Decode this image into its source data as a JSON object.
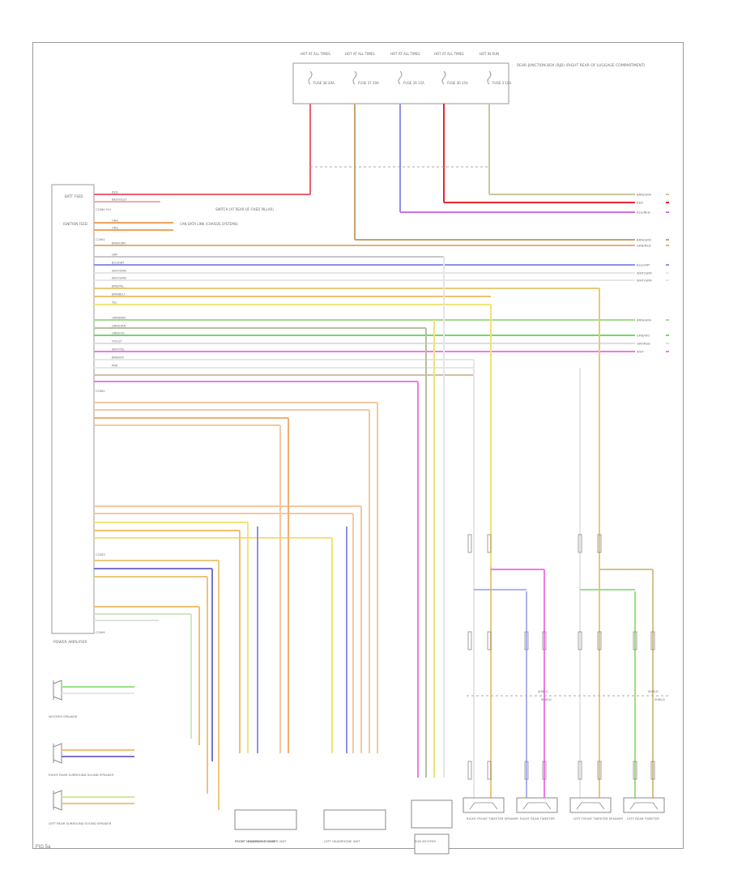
{
  "figure_id": "FIG 5a",
  "fuse_box": {
    "fuses": [
      {
        "top": "HOT AT ALL TIMES",
        "label": "FUSE 38 30A"
      },
      {
        "top": "HOT AT ALL TIMES",
        "label": "FUSE 37 20A"
      },
      {
        "top": "HOT AT ALL TIMES",
        "label": "FUSE 39 15A"
      },
      {
        "top": "HOT AT ALL TIMES",
        "label": "FUSE 40 15A"
      },
      {
        "top": "HOT IN RUN",
        "label": "FUSE 3 10A"
      }
    ],
    "note": "REAR JUNCTION BOX (RJB) (RIGHT REAR OF LUGGAGE COMPARTMENT)"
  },
  "amplifier": {
    "name": "POWER AMPLIFIER",
    "side_labels": [
      "BATT. FEED",
      "IGNITION FEED"
    ],
    "connectors": [
      "C2080 F/H",
      "C2081",
      "C2082",
      "C2083",
      "C2084"
    ]
  },
  "callouts": {
    "switch": "SWITCH (AT REAR OF FIXED PILLAR)",
    "can": "CAN DATA LINK (CHASSIS SYSTEMS)"
  },
  "wires": [
    {
      "name": "RED",
      "color": "#e8626c"
    },
    {
      "name": "BK/VIOLET",
      "color": "#f2a7b5"
    },
    {
      "name": "ORG",
      "color": "#f0a35c"
    },
    {
      "name": "ORG",
      "color": "#f0a35c"
    },
    {
      "name": "BRN/ORN",
      "color": "#e0b07a"
    },
    {
      "name": "GRY",
      "color": "#c7c7c7"
    },
    {
      "name": "BLU/GRY",
      "color": "#8f8fe8"
    },
    {
      "name": "WHT/GRN",
      "color": "#c8ecc0"
    },
    {
      "name": "WHT/GRN",
      "color": "#dddddd"
    },
    {
      "name": "BRN/YEL",
      "color": "#e8c97a"
    },
    {
      "name": "BRN/BLU",
      "color": "#f0c070"
    },
    {
      "name": "YEL",
      "color": "#f2e27a"
    },
    {
      "name": "GRN/BRN",
      "color": "#a7d88a"
    },
    {
      "name": "GRN/ORN",
      "color": "#b5c0a0"
    },
    {
      "name": "GRN/VIO",
      "color": "#6fd86a"
    },
    {
      "name": "VIOLET",
      "color": "#d8a0e0"
    },
    {
      "name": "WHT/YEL",
      "color": "#ecd0ec"
    },
    {
      "name": "BRN/VIO",
      "color": "#d0c0a0"
    },
    {
      "name": "PNK",
      "color": "#f07ae6"
    }
  ],
  "right_tags": [
    "BRN/GRN",
    "RED",
    "BLU/RED",
    "BRN/GRN",
    "GRN/RED",
    "BLU/GRY",
    "WHT/GRN",
    "WHT/GRN",
    "BRN/GRN",
    "GRN/VIO",
    "GRY/RED",
    "WHT"
  ],
  "bottom_components": [
    {
      "label": "WOOFER SPEAKER"
    },
    {
      "label": "RIGHT REAR SURROUND SOUND SPEAKER"
    },
    {
      "label": "LEFT REAR SURROUND SOUND SPEAKER"
    },
    {
      "label": "FRONT MIDRANGE SPEAKER UNIT"
    },
    {
      "label": "FRONT HEADPHONE LAMP"
    },
    {
      "label": "LEFT HEADPHONE UNIT"
    },
    {
      "label": "SUB WOOFER"
    },
    {
      "label": "RIGHT FRONT TWEETER SPEAKER"
    },
    {
      "label": "RIGHT REAR TWEETER"
    },
    {
      "label": "LEFT FRONT TWEETER SPEAKER"
    },
    {
      "label": "LEFT REAR TWEETER"
    }
  ],
  "shield_labels": [
    "SHIELD",
    "SHIELD",
    "SHIELD",
    "SHIELD"
  ]
}
